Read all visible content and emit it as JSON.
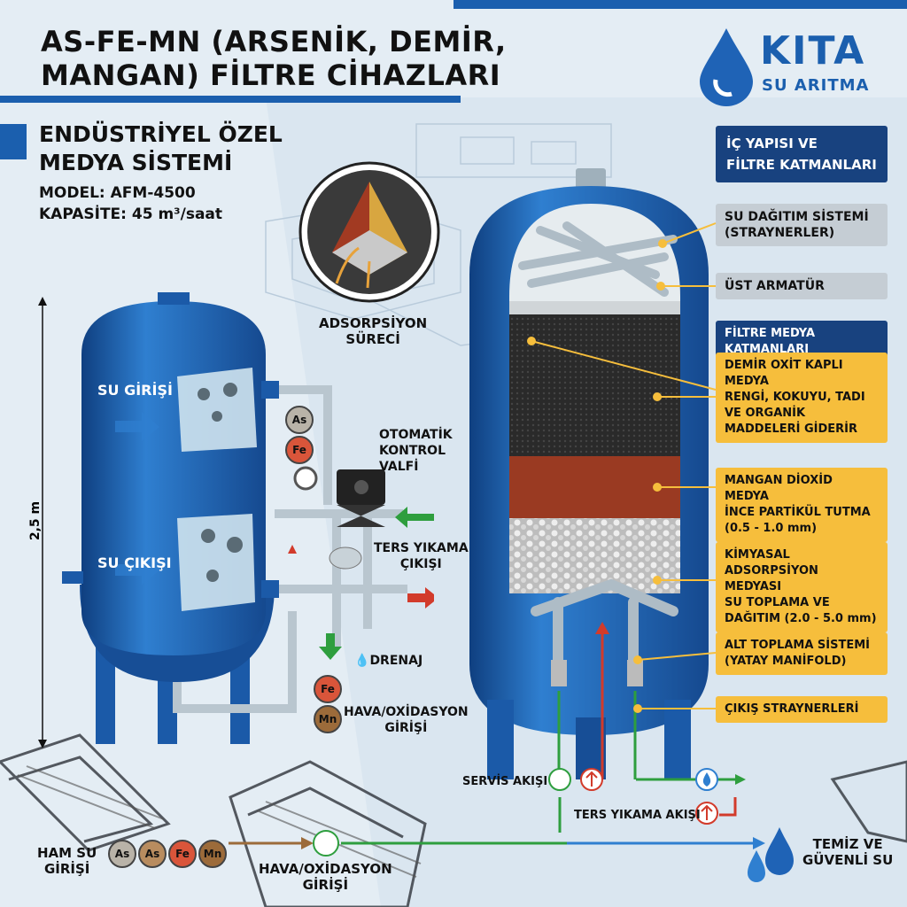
{
  "header": {
    "title_line1": "AS-FE-MN (ARSENİK, DEMİR,",
    "title_line2": "MANGAN) FİLTRE CİHAZLARI",
    "brand": "KITA",
    "brand_sub": "SU ARITMA"
  },
  "system": {
    "subtitle_line1": "ENDÜSTRİYEL ÖZEL",
    "subtitle_line2": "MEDYA SİSTEMİ",
    "model": "MODEL: AFM-4500",
    "capacity": "KAPASİTE: 45 m³/saat",
    "height": "2,5 m"
  },
  "left_tank": {
    "inlet": "SU GİRİŞİ",
    "outlet": "SU ÇIKIŞI",
    "valve_line1": "OTOMATİK",
    "valve_line2": "KONTROL",
    "valve_line3": "VALFİ",
    "backwash_line1": "TERS YIKAMA",
    "backwash_line2": "ÇIKIŞI",
    "drain": "DRENAJ",
    "air_line1": "HAVA/OXİDASYON",
    "air_line2": "GİRİŞİ"
  },
  "adsorption": {
    "line1": "ADSORPSİYON",
    "line2": "SÜRECİ"
  },
  "badges": {
    "as": "As",
    "fe": "Fe",
    "mn": "Mn"
  },
  "right_panel": {
    "header_line1": "İÇ YAPISI VE",
    "header_line2": "FİLTRE KATMANLARI",
    "dist_line1": "SU DAĞITIM SİSTEMİ",
    "dist_line2": "(STRAYNERLER)",
    "top_fitting": "ÜST ARMATÜR",
    "media_header": "FİLTRE MEDYA KATMANLARI",
    "iron_line1": "DEMİR OXİT KAPLI",
    "iron_line2": "MEDYA",
    "iron_line3": "RENGİ, KOKUYU, TADI",
    "iron_line4": "VE ORGANİK",
    "iron_line5": "MADDELERİ GİDERİR",
    "mn_line1": "MANGAN DİOXİD MEDYA",
    "mn_line2": "İNCE PARTİKÜL TUTMA",
    "mn_line3": "(0.5 - 1.0 mm)",
    "chem_line1": "KİMYASAL ADSORPSİYON",
    "chem_line2": "MEDYASI",
    "chem_line3": "SU TOPLAMA VE",
    "chem_line4": "DAĞITIM (2.0 - 5.0 mm)",
    "bottom_line1": "ALT TOPLAMA SİSTEMİ",
    "bottom_line2": "(YATAY MANİFOLD)",
    "outlet_strainers": "ÇIKIŞ STRAYNERLERİ"
  },
  "flow": {
    "service": "SERVİS AKIŞI",
    "backwash": "TERS YIKAMA AKIŞI",
    "raw_line1": "HAM SU",
    "raw_line2": "GİRİŞİ",
    "air_line1": "HAVA/OXİDASYON",
    "air_line2": "GİRİŞİ",
    "clean_line1": "TEMİZ VE",
    "clean_line2": "GÜVENLİ SU"
  },
  "colors": {
    "tank_blue": "#1f63b6",
    "dark_blue": "#18427f",
    "accent_yellow": "#f6be3c",
    "flow_green": "#2e9e3e",
    "flow_red": "#d23b2b"
  }
}
